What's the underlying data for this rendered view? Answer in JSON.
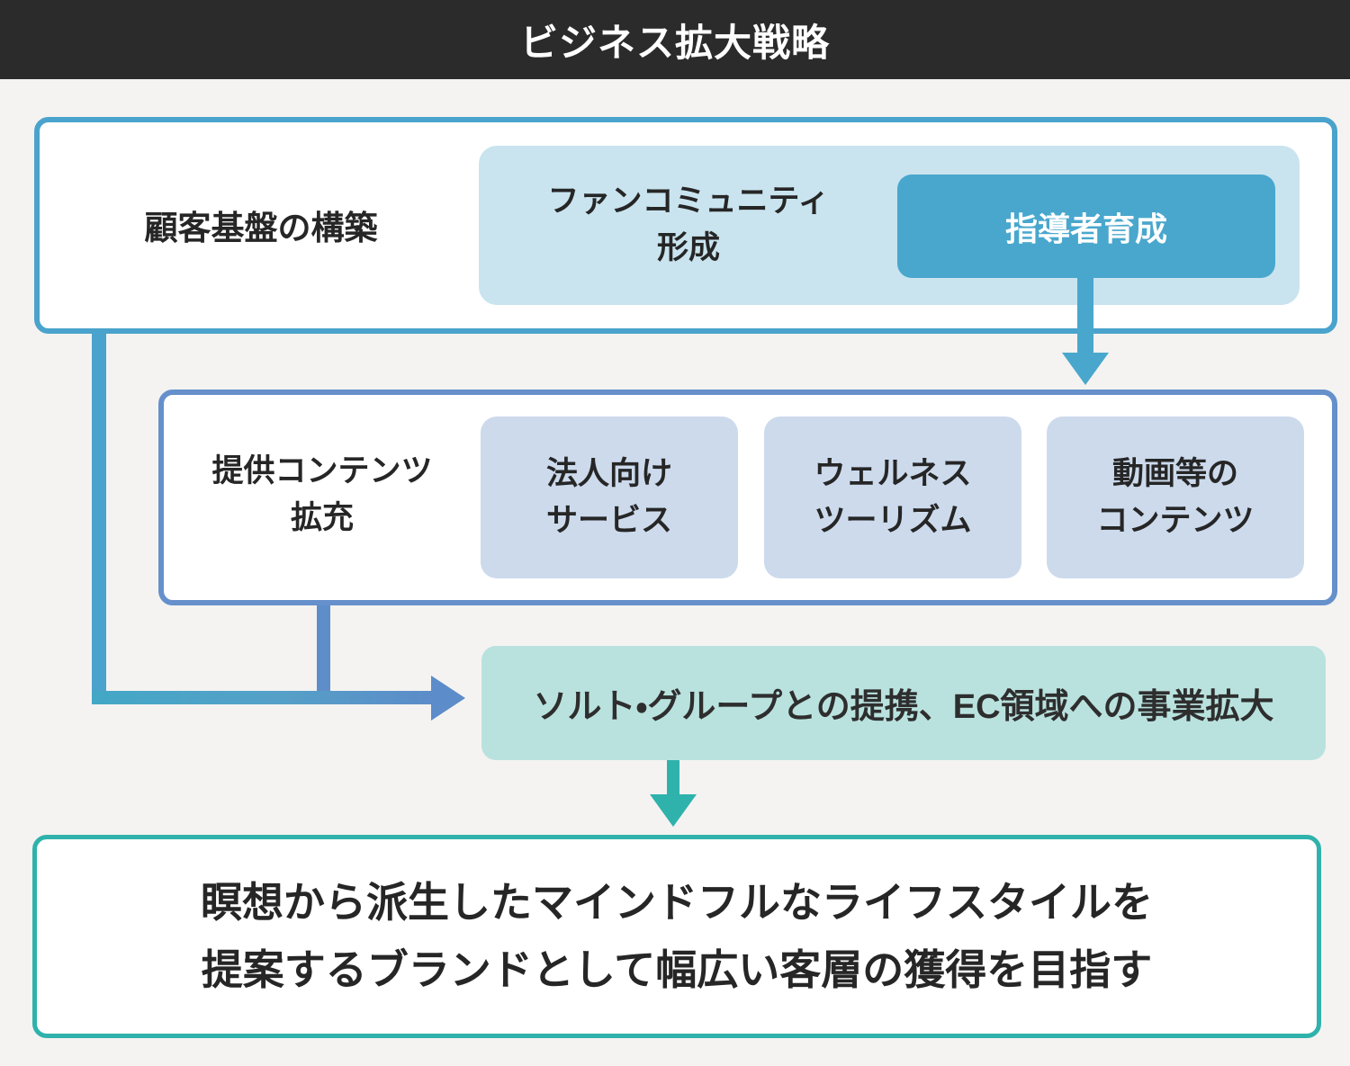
{
  "header": {
    "title": "ビジネス拡大戦略"
  },
  "customer_base": {
    "label": "顧客基盤の構築",
    "fan_community": "ファンコミュニティ\n形成",
    "leader_training": "指導者育成"
  },
  "content_expansion": {
    "label": "提供コンテンツ\n拡充",
    "items": [
      {
        "label": "法人向け\nサービス"
      },
      {
        "label": "ウェルネス\nツーリズム"
      },
      {
        "label": "動画等の\nコンテンツ"
      }
    ]
  },
  "partnership": {
    "label": "ソルト・グループとの提携、EC領域への事業拡大"
  },
  "goal": {
    "label": "瞑想から派生したマインドフルなライフスタイルを\n提案するブランドとして幅広い客層の獲得を目指す"
  },
  "colors": {
    "header_bg": "#2b2b2b",
    "page_bg": "#f4f3f1",
    "blue_border": "#4aa3cc",
    "blue_fill_light": "#c9e4ef",
    "blue_fill_strong": "#49a7cd",
    "periwinkle_border": "#6590cb",
    "periwinkle_fill": "#ccdaec",
    "teal_fill_light": "#b9e2de",
    "teal_strong": "#2fb2ac",
    "text_dark": "#262626",
    "text_white": "#ffffff"
  }
}
